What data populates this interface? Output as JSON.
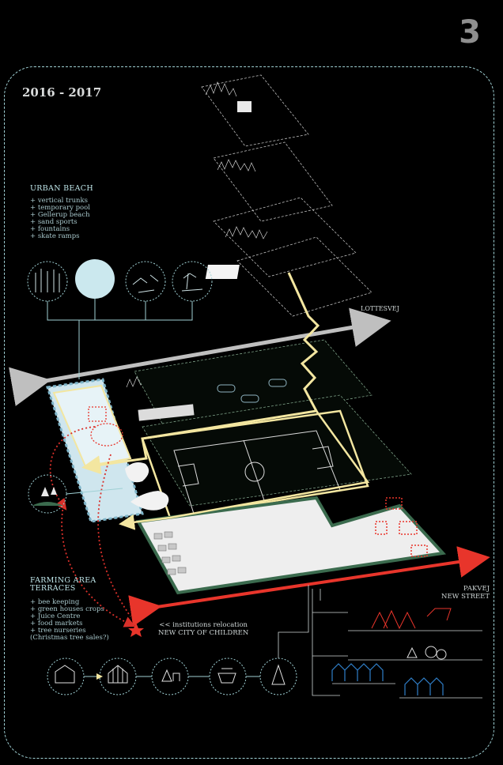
{
  "page_number": "3",
  "period": "2016 - 2017",
  "urban_beach": {
    "title": "URBAN BEACH",
    "items": [
      "+ vertical trunks",
      "+ temporary pool",
      "+ Gellerup beach",
      "+ sand sports",
      "+ fountains",
      "+ skate ramps"
    ]
  },
  "farming": {
    "title_line1": "FARMING AREA",
    "title_line2": "TERRACES",
    "items": [
      "+ bee keeping",
      "+ green houses crops",
      "+ Juice Centre",
      "+ food markets",
      "+ tree nurseries",
      "(Christmas tree sales?)"
    ]
  },
  "street_labels": {
    "lottesvej": "LOTTESVEJ",
    "pakvej_line1": "PAKVEJ",
    "pakvej_line2": "NEW STREET",
    "institutions_line1": "<< institutions relocation",
    "institutions_line2": "NEW CITY OF CHILDREN"
  },
  "colors": {
    "frame": "#9fd0d4",
    "accent_yellow": "#f3e6a0",
    "accent_red": "#e8352b",
    "arrow_grey": "#bfbfbf",
    "green_line": "#3b6b4e",
    "blue_houses": "#2f7fc9"
  }
}
